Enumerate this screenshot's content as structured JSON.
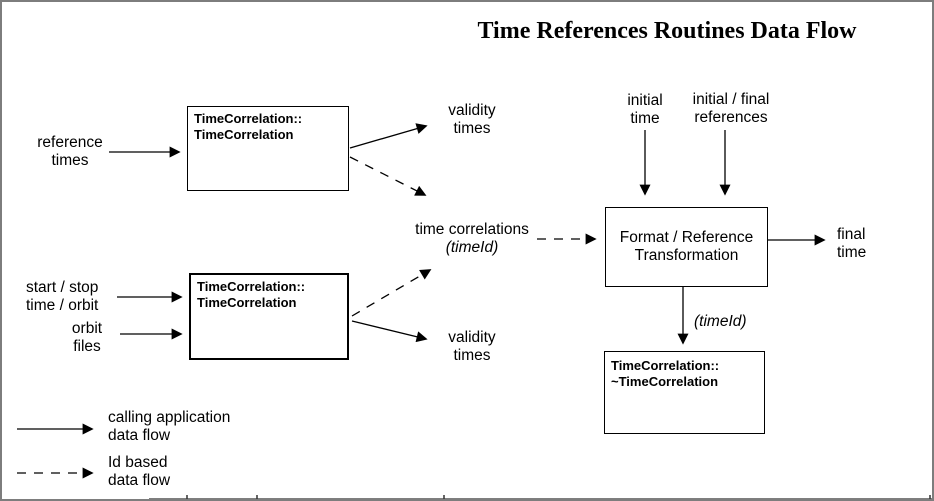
{
  "title": "Time References Routines Data Flow",
  "boxes": {
    "constructor_top": {
      "line1": "TimeCorrelation::",
      "line2": "TimeCorrelation"
    },
    "constructor_bottom": {
      "line1": "TimeCorrelation::",
      "line2": "TimeCorrelation"
    },
    "format_transform": {
      "line1": "Format / Reference",
      "line2": "Transformation"
    },
    "destructor": {
      "line1": "TimeCorrelation::",
      "line2": "~TimeCorrelation"
    }
  },
  "labels": {
    "reference_times": {
      "line1": "reference",
      "line2": "times"
    },
    "validity_times_top": {
      "line1": "validity",
      "line2": "times"
    },
    "time_correlations": {
      "line1": "time correlations",
      "line2": "(timeId)"
    },
    "initial_time": {
      "line1": "initial",
      "line2": "time"
    },
    "initial_final_references": {
      "line1": "initial / final",
      "line2": "references"
    },
    "final_time": {
      "line1": "final",
      "line2": "time"
    },
    "timeid_param": "(timeId)",
    "start_stop_time_orbit": {
      "line1": "start / stop",
      "line2": "time / orbit"
    },
    "orbit_files": {
      "line1": "orbit",
      "line2": "files"
    },
    "validity_times_bottom": {
      "line1": "validity",
      "line2": "times"
    }
  },
  "legend": {
    "solid_arrow": {
      "line1": "calling application",
      "line2": "data flow"
    },
    "dashed_arrow": {
      "line1": "Id based",
      "line2": "data flow"
    }
  },
  "colors": {
    "diagram_line": "#000000",
    "text": "#000000",
    "background": "#ffffff",
    "frame_border": "#7d7d7d"
  }
}
